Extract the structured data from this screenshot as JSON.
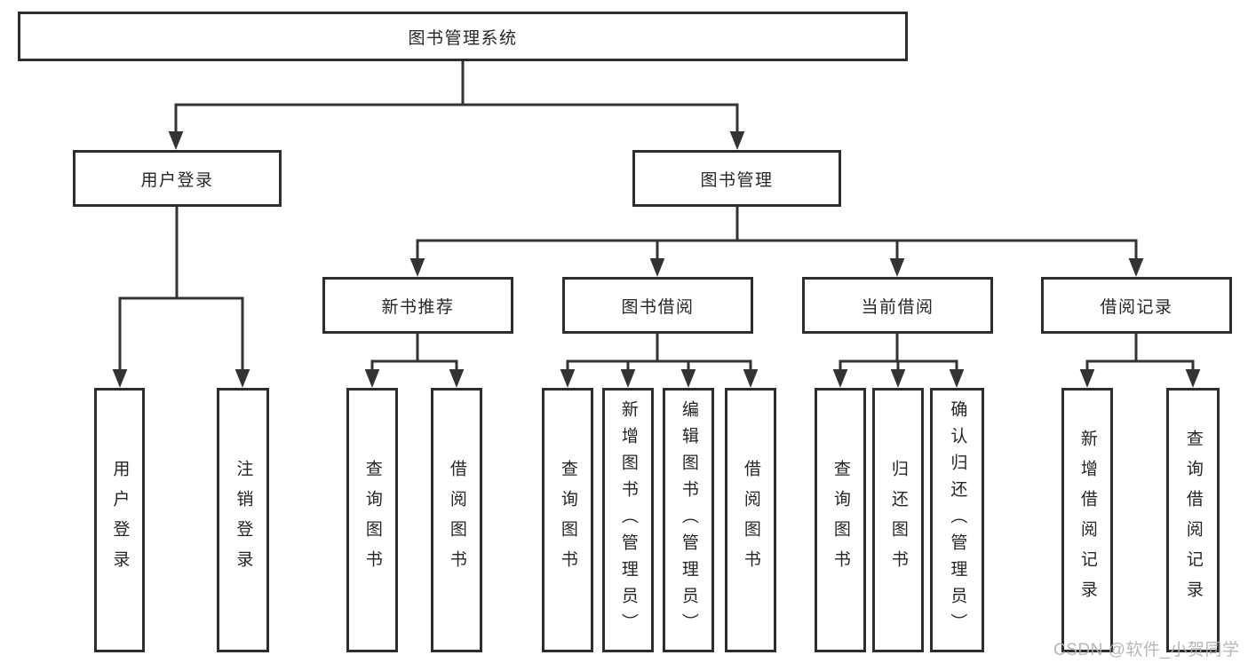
{
  "tree": {
    "root": {
      "label": "图书管理系统"
    },
    "branches": [
      {
        "label": "用户登录",
        "children": [
          {
            "label": "用户登录"
          },
          {
            "label": "注销登录"
          }
        ]
      },
      {
        "label": "图书管理",
        "children": [
          {
            "label": "新书推荐",
            "children": [
              {
                "label": "查询图书"
              },
              {
                "label": "借阅图书"
              }
            ]
          },
          {
            "label": "图书借阅",
            "children": [
              {
                "label": "查询图书"
              },
              {
                "label": "新增图书（管理员）"
              },
              {
                "label": "编辑图书（管理员）"
              },
              {
                "label": "借阅图书"
              }
            ]
          },
          {
            "label": "当前借阅",
            "children": [
              {
                "label": "查询图书"
              },
              {
                "label": "归还图书"
              },
              {
                "label": "确认归还（管理员）"
              }
            ]
          },
          {
            "label": "借阅记录",
            "children": [
              {
                "label": "新增借阅记录"
              },
              {
                "label": "查询借阅记录"
              }
            ]
          }
        ]
      }
    ]
  },
  "watermark": {
    "text": "CSDN @软件_小贺同学"
  },
  "colors": {
    "line": "#333333",
    "box_border": "#2d2d2d",
    "text": "#262626",
    "watermark": "#b0b0b0",
    "background": "#ffffff"
  }
}
